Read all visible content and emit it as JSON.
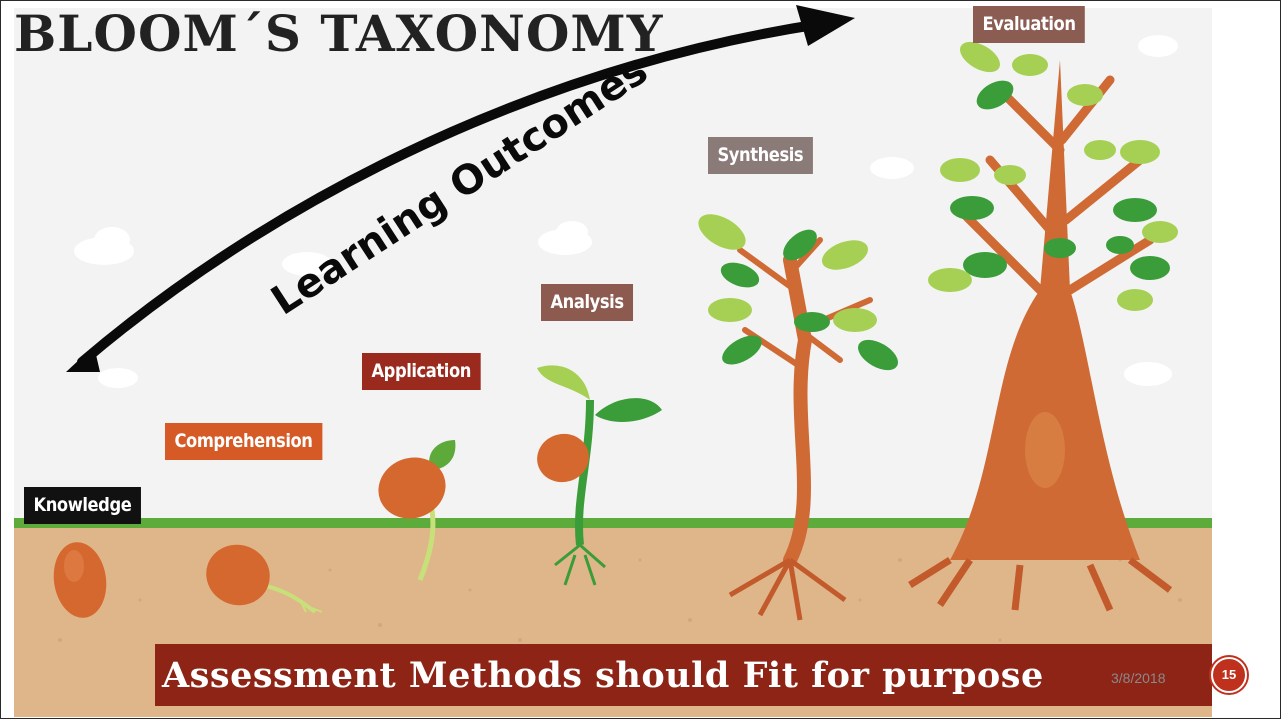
{
  "slide": {
    "title": "BLOOM´S TAXONOMY",
    "arrow_label": "Learning Outcomes",
    "banner": "Assessment Methods should Fit for purpose",
    "date": "3/8/2018",
    "page_number": "15"
  },
  "stages": [
    {
      "label": "Knowledge",
      "color": "#111111"
    },
    {
      "label": "Comprehension",
      "color": "#d65a26"
    },
    {
      "label": "Application",
      "color": "#9a2a1e"
    },
    {
      "label": "Analysis",
      "color": "#8c5a4f"
    },
    {
      "label": "Synthesis",
      "color": "#8a7a78"
    },
    {
      "label": "Evaluation",
      "color": "#8b5c52"
    }
  ],
  "colors": {
    "sky": "#f4f4f4",
    "soil": "#e0b88a",
    "grass": "#5dab3a",
    "seed": "#d5682e",
    "trunk": "#cf6a35",
    "leaf_dark": "#3b9c3a",
    "leaf_light": "#a6d054",
    "banner": "#8d2416"
  }
}
